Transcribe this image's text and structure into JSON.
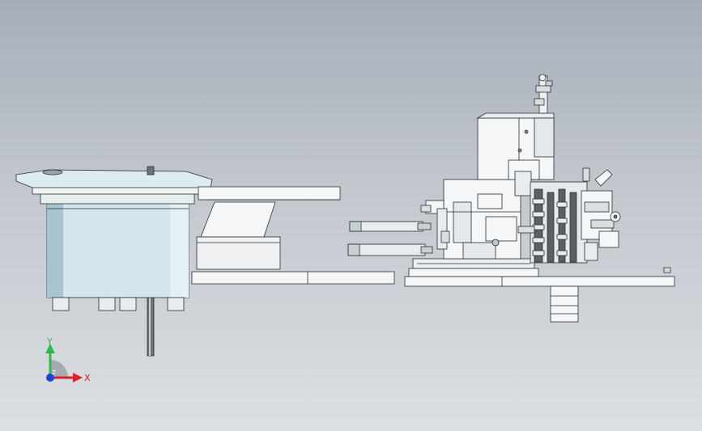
{
  "viewport": {
    "background_top": "#a7aeb8",
    "background_bottom": "#dcdfe3"
  },
  "model": {
    "line_color": "#2a2f33",
    "fill_light": "#f4f6f7",
    "fill_mid": "#d8dde0",
    "bowl_body": "#d3e6ec",
    "bowl_shadow": "#a9c4cc"
  },
  "triad": {
    "x_label": "X",
    "y_label": "Y",
    "z_label": "Z",
    "x_color": "#d8232a",
    "y_color": "#2eb94a",
    "z_color": "#2040d8"
  }
}
